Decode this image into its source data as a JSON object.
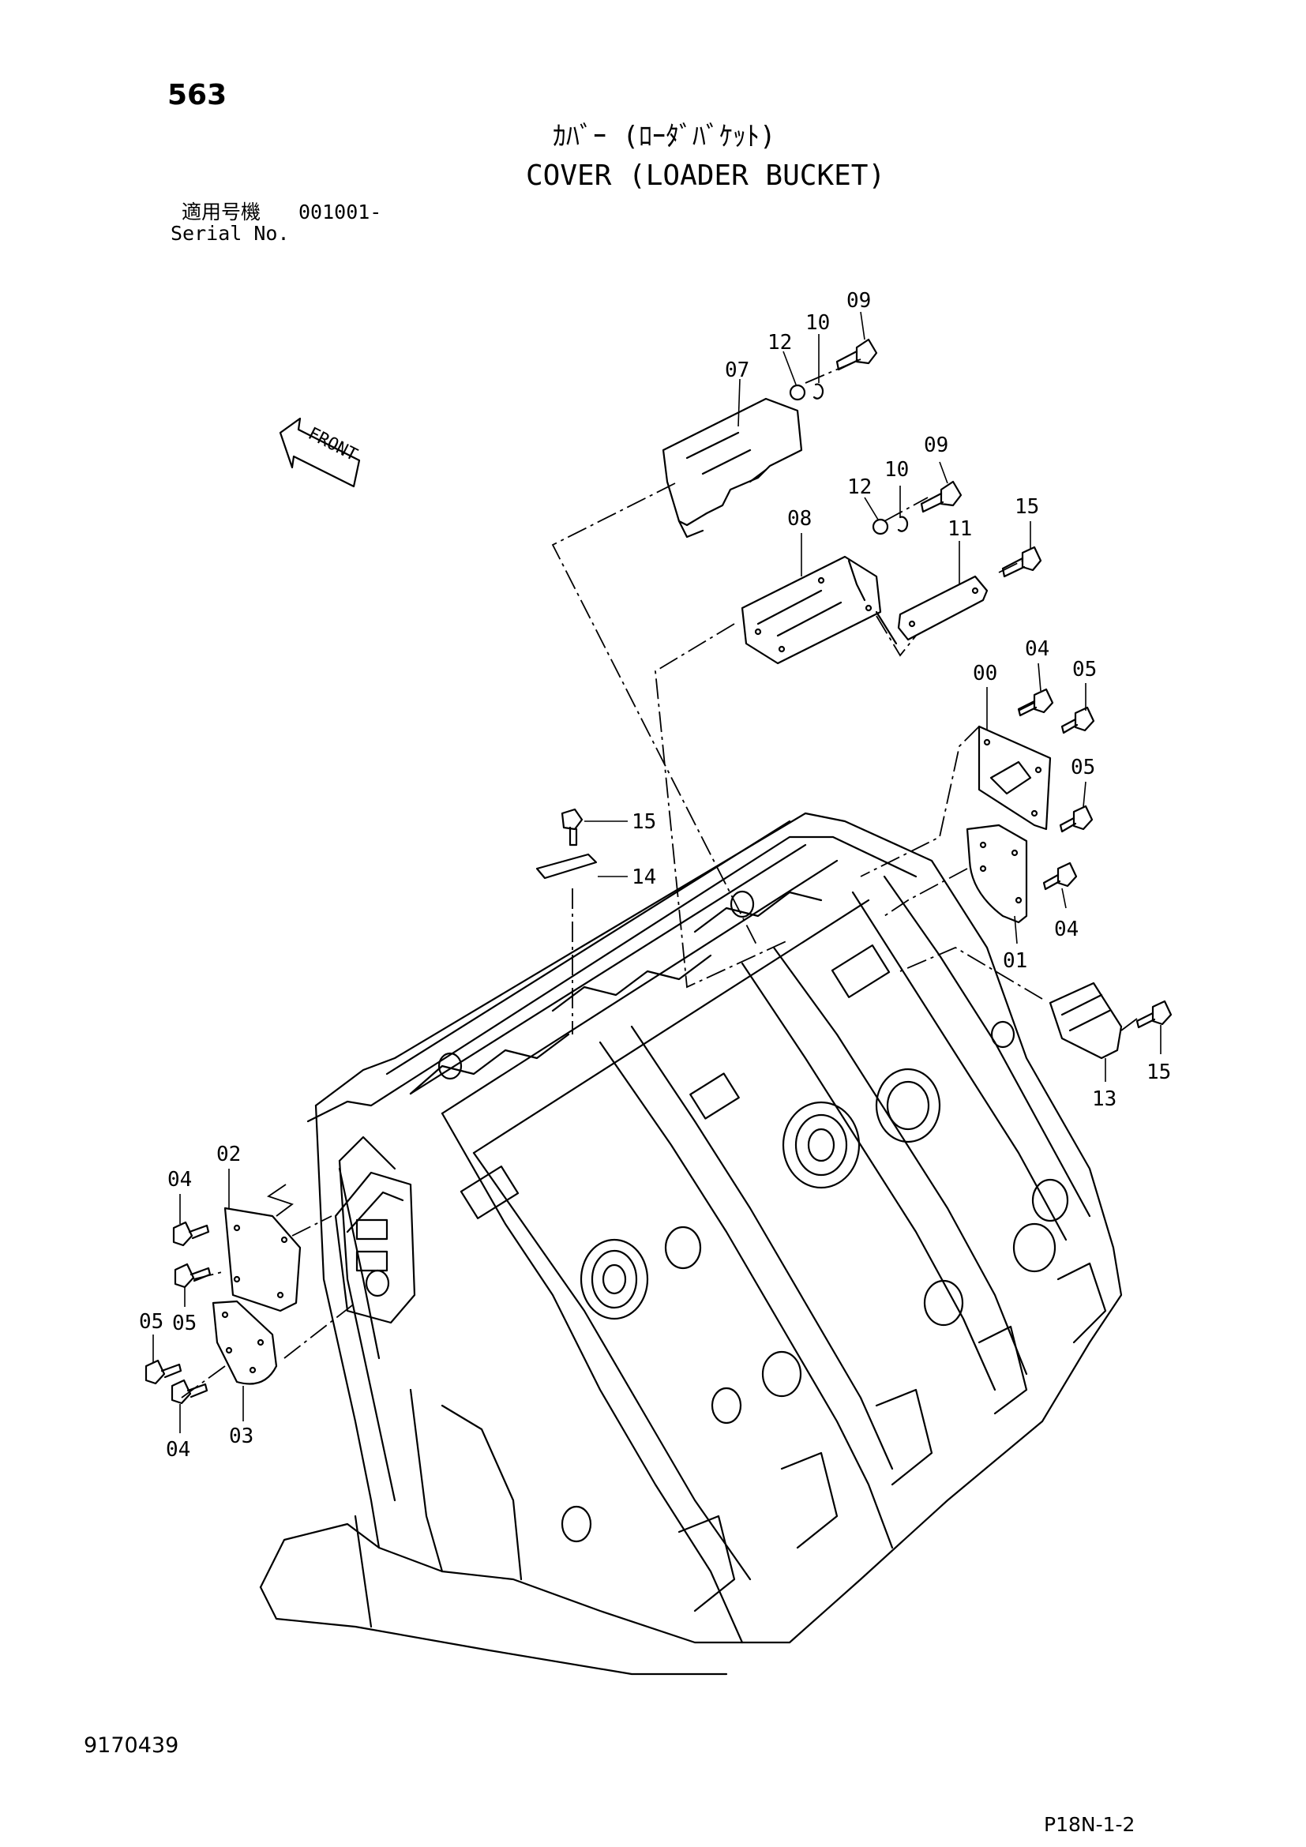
{
  "header": {
    "page_number": "563",
    "title_jp": "ｶﾊﾞｰ (ﾛｰﾀﾞﾊﾞｹｯﾄ)",
    "title_en": "COVER (LOADER BUCKET)",
    "serial_label_jp": "適用号機",
    "serial_value": "001001-",
    "serial_label_en": "Serial No."
  },
  "diagram": {
    "front_label": "FRONT",
    "callouts": [
      "00",
      "01",
      "02",
      "03",
      "04",
      "05",
      "07",
      "08",
      "09",
      "10",
      "11",
      "12",
      "13",
      "14",
      "15"
    ],
    "callout_instances": [
      "09",
      "10",
      "12",
      "07",
      "09",
      "10",
      "12",
      "08",
      "11",
      "15",
      "00",
      "04",
      "05",
      "05",
      "15",
      "14",
      "04",
      "01",
      "15",
      "13",
      "02",
      "04",
      "05",
      "05",
      "04",
      "03"
    ]
  },
  "footer": {
    "doc_code": "9170439",
    "sheet_ref": "P18N-1-2"
  },
  "colors": {
    "ink": "#000000",
    "paper": "#ffffff"
  }
}
